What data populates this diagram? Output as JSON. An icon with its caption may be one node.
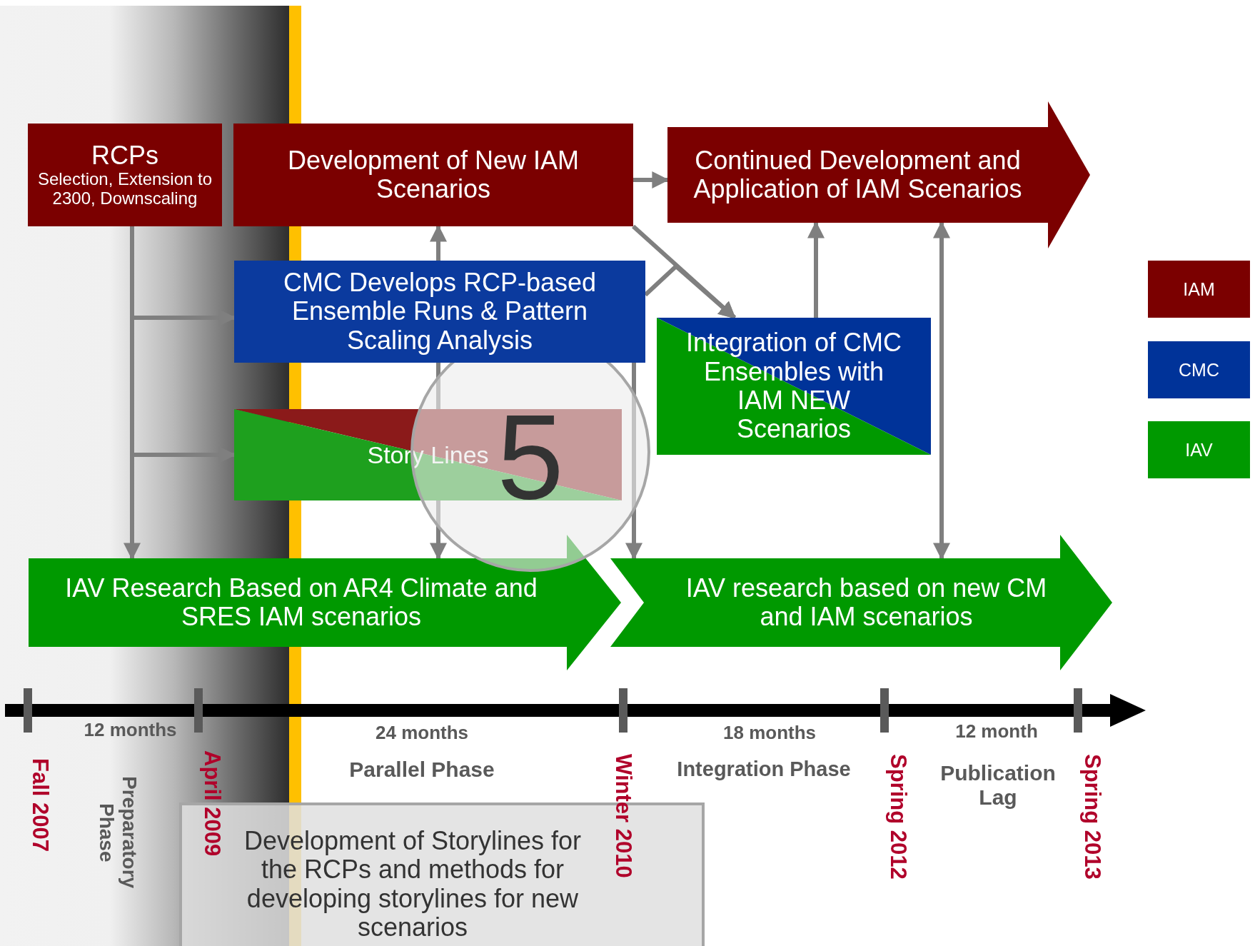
{
  "diagram": {
    "nodes": [
      {
        "text": [
          "RCPs",
          "Selection, Extension to 2300, Downscaling"
        ]
      },
      {
        "text": [
          "Development of New IAM Scenarios"
        ]
      },
      {
        "text": [
          "Continued Development and Application of IAM Scenarios"
        ]
      },
      {
        "text": [
          "CMC Develops RCP-based Ensemble Runs & Pattern Scaling Analysis"
        ]
      },
      {
        "text": [
          "Integration of CMC Ensembles with IAM NEW Scenarios"
        ]
      },
      {
        "text": [
          "Story Lines"
        ]
      },
      {
        "text": [
          "IAV Research Based on AR4 Climate and SRES IAM scenarios"
        ]
      },
      {
        "text": [
          "IAV research based on new CM and IAM scenarios"
        ]
      },
      {
        "text": [
          "Development of Storylines for the RCPs and methods for developing storylines for new scenarios"
        ]
      }
    ],
    "edges": [
      {
        "from": 0,
        "to": 6,
        "arrow": "to"
      },
      {
        "from": 0,
        "to": 3,
        "arrow": "to"
      },
      {
        "from": 0,
        "to": 5,
        "arrow": "to"
      },
      {
        "from": 1,
        "to": 2,
        "arrow": "to"
      },
      {
        "from": 3,
        "to": 1,
        "arrow": "to"
      },
      {
        "from": 3,
        "to": 5,
        "arrow": "none"
      },
      {
        "from": 5,
        "to": 6,
        "arrow": "to"
      },
      {
        "from": 1,
        "to": 4,
        "arrow": "to"
      },
      {
        "from": 3,
        "to": 4,
        "arrow": "to"
      },
      {
        "from": 3,
        "to": 7,
        "arrow": "to"
      },
      {
        "from": 4,
        "to": 2,
        "arrow": "to"
      },
      {
        "from": 2,
        "to": 7,
        "arrow": "both"
      }
    ],
    "labels": [
      "5",
      "12 months",
      "24 months",
      "18 months",
      "12 month",
      "Fall 2007",
      "Preparatory Phase",
      "April 2009",
      "Parallel Phase",
      "Winter 2010",
      "Integration Phase",
      "Spring 2012",
      "Publication Lag",
      "Spring 2013"
    ],
    "legend": [
      {
        "text": "IAM",
        "color": "#7b0000"
      },
      {
        "text": "CMC",
        "color": "#003399"
      },
      {
        "text": "IAV",
        "color": "#009900"
      }
    ]
  }
}
